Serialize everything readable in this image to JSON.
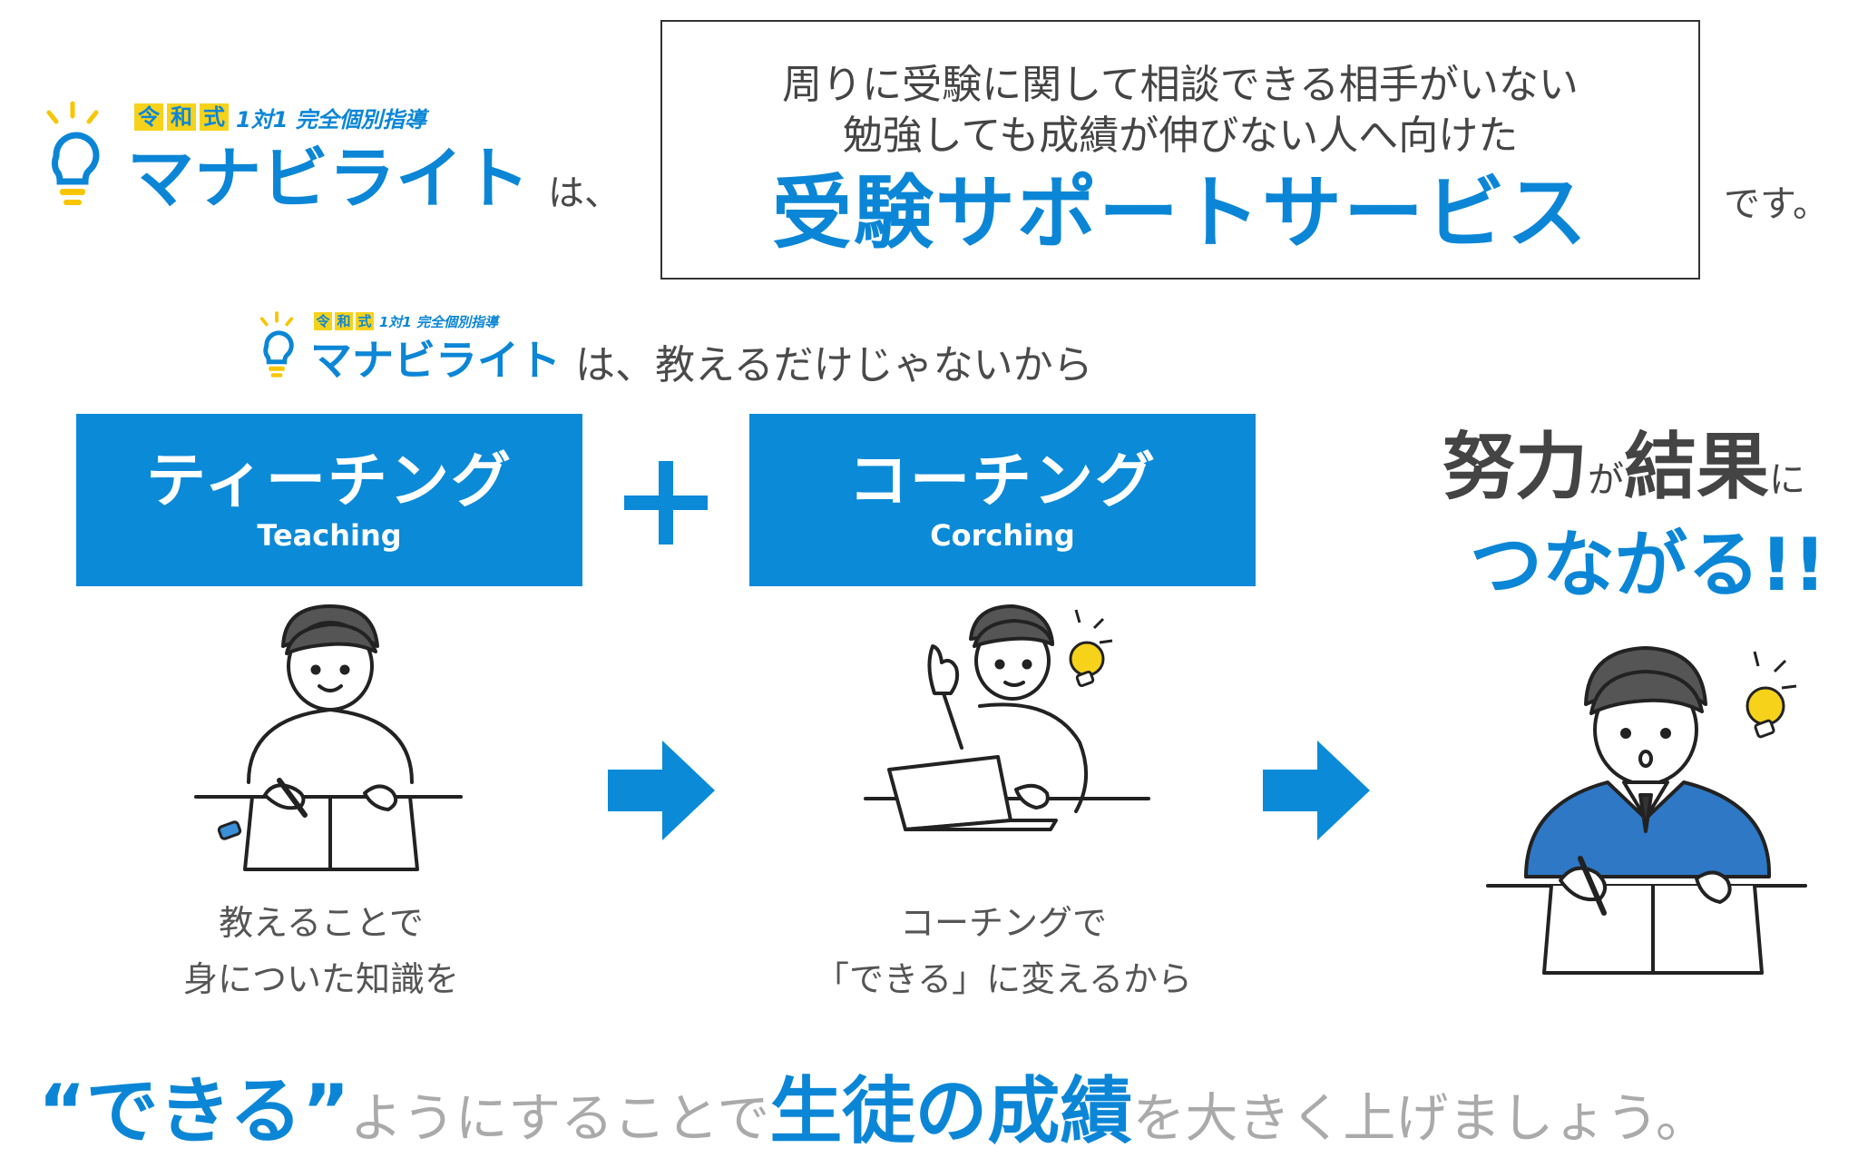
{
  "brand": {
    "badge": [
      "令",
      "和",
      "式"
    ],
    "tagline": "1対1 完全個別指導",
    "name": "マナビライト"
  },
  "intro": {
    "particle": "は、",
    "box_line1": "周りに受験に関して相談できる相手がいない",
    "box_line2": "勉強しても成績が伸びない人へ向けた",
    "box_big": "受験サポートサービス",
    "suffix": "です。"
  },
  "sub_heading": {
    "text": "は、教えるだけじゃないから"
  },
  "methods": [
    {
      "jp": "ティーチング",
      "en": "Teaching",
      "caption_line1": "教えることで",
      "caption_line2": "身についた知識を"
    },
    {
      "jp": "コーチング",
      "en": "Corching",
      "caption_line1": "コーチングで",
      "caption_line2": "「できる」に変えるから"
    }
  ],
  "plus_symbol": "+",
  "result": {
    "w1": "努力",
    "p1": "が",
    "w2": "結果",
    "p2": "に",
    "line2": "つながる!!"
  },
  "bottom": {
    "open_quote": "“",
    "dekiru": "できる",
    "close_quote": "”",
    "mid": "ようにすることで",
    "highlight": "生徒の成績",
    "tail": "を大きく上げましょう。"
  },
  "colors": {
    "brand_blue": "#0b86d6",
    "box_blue": "#0b8ad8",
    "badge_yellow": "#f7d21b",
    "text_gray": "#4a4a4a",
    "suit_blue": "#2e78c6"
  },
  "icons": [
    "lightbulb-icon",
    "plus-icon",
    "arrow-right-icon"
  ]
}
